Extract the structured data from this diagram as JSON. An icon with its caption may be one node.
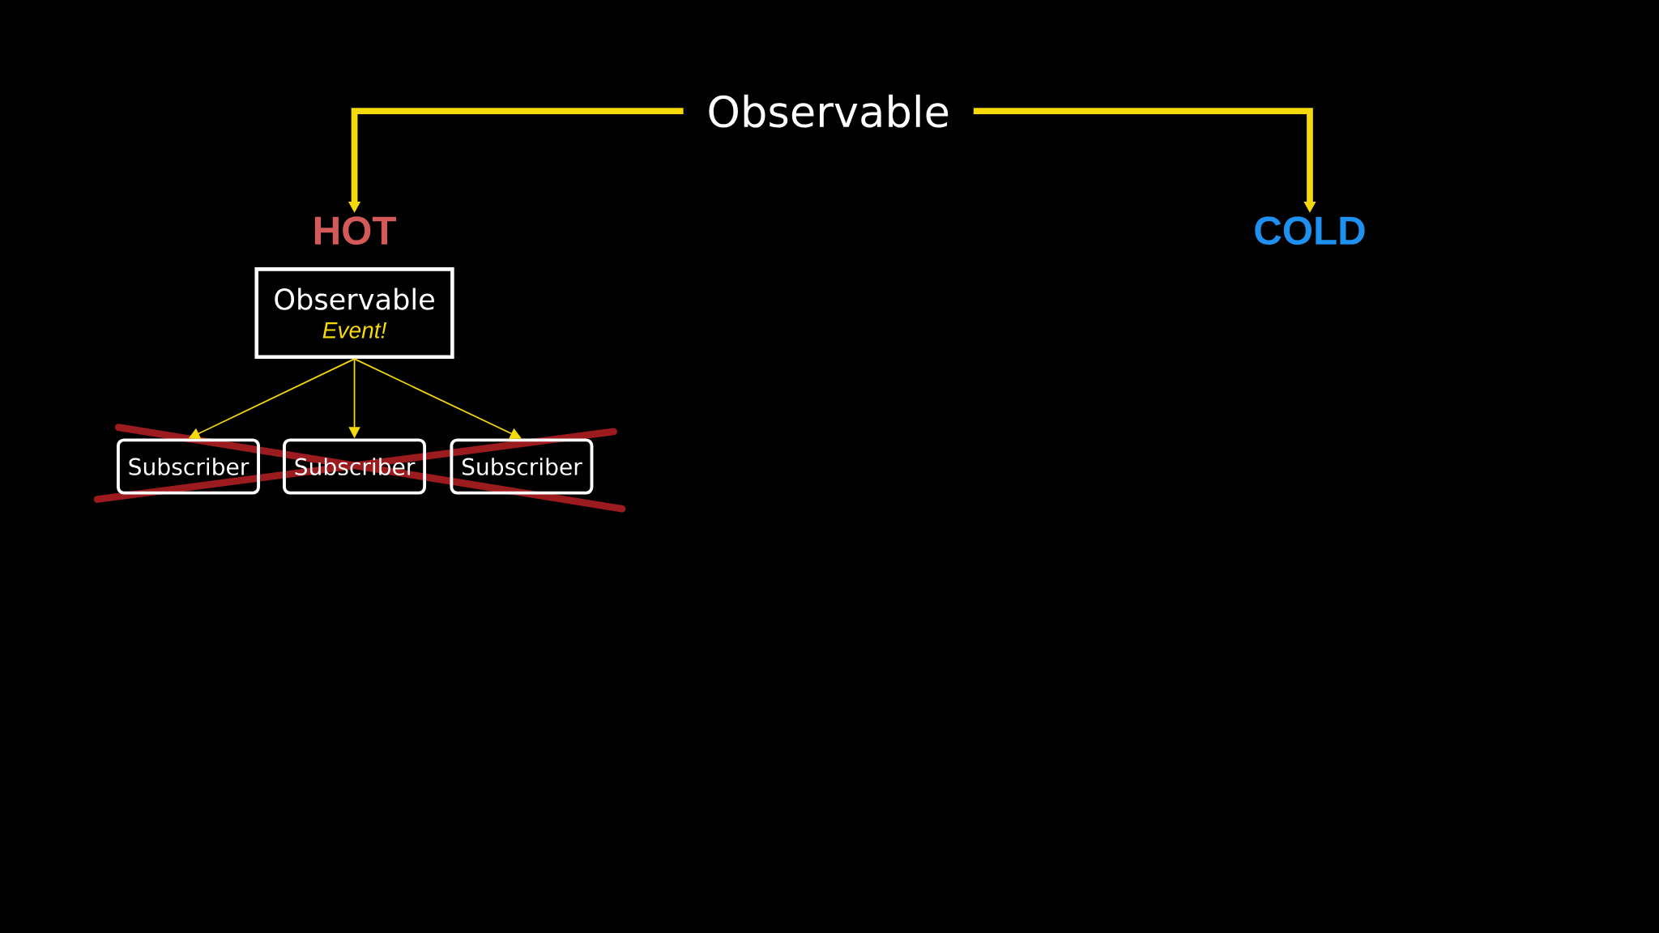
{
  "diagram": {
    "nodes": [
      {
        "text": [
          "Observable"
        ]
      },
      {
        "text": [
          "HOT"
        ]
      },
      {
        "text": [
          "COLD"
        ]
      },
      {
        "text": [
          "Observable",
          "Event!"
        ]
      },
      {
        "text": [
          "Subscriber"
        ]
      },
      {
        "text": [
          "Subscriber"
        ]
      },
      {
        "text": [
          "Subscriber"
        ]
      }
    ],
    "edges": [
      {
        "from": 0,
        "to": 1,
        "arrow": "to",
        "style": "thick"
      },
      {
        "from": 0,
        "to": 2,
        "arrow": "to",
        "style": "thick"
      },
      {
        "from": 3,
        "to": 4,
        "arrow": "to"
      },
      {
        "from": 3,
        "to": 5,
        "arrow": "to"
      },
      {
        "from": 3,
        "to": 6,
        "arrow": "to"
      }
    ]
  }
}
